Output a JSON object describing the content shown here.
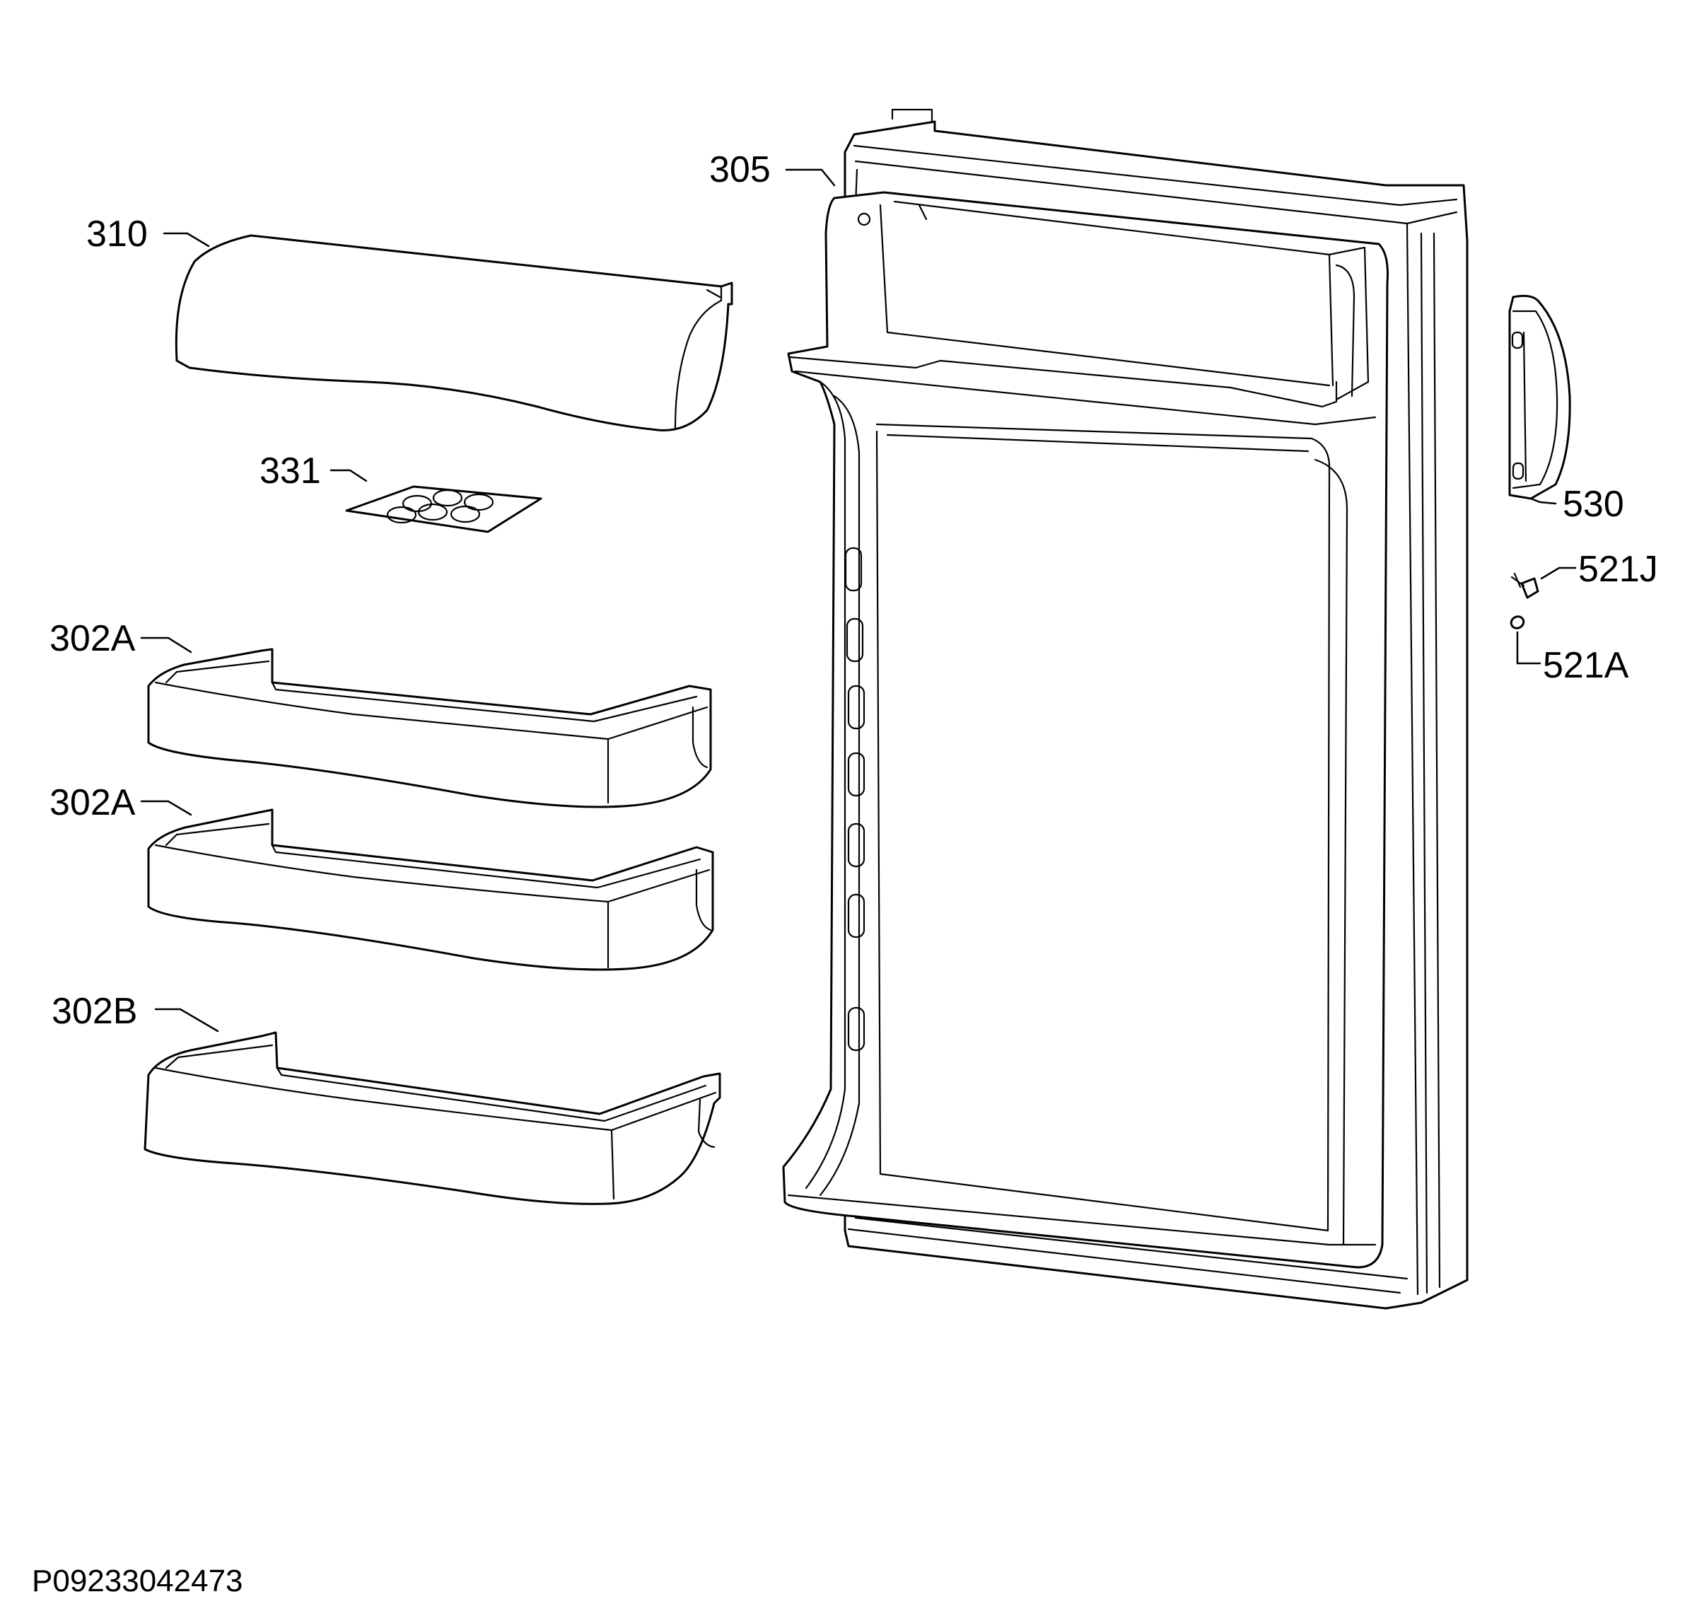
{
  "callouts": {
    "c305": "305",
    "c310": "310",
    "c331": "331",
    "c302a_1": "302A",
    "c302a_2": "302A",
    "c302b": "302B",
    "c530": "530",
    "c521j": "521J",
    "c521a": "521A"
  },
  "document_id": "P09233042473",
  "colors": {
    "line": "#000000",
    "background": "#ffffff"
  }
}
